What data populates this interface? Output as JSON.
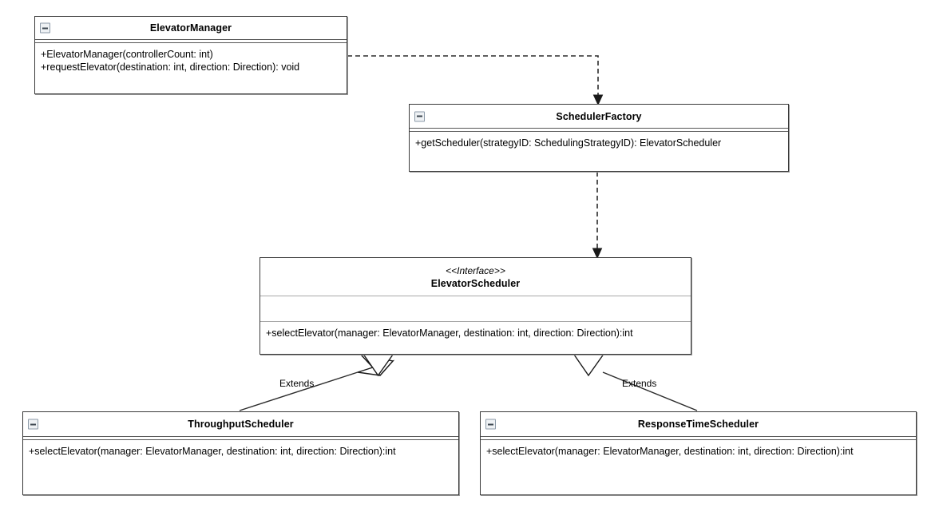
{
  "diagram": {
    "type": "uml-class-diagram",
    "background": "#ffffff",
    "line_color": "#2b2b2b"
  },
  "classes": {
    "elevator_manager": {
      "name": "ElevatorManager",
      "stereotype": "",
      "collapse_icon": "minus-box-icon",
      "members": [
        "+ElevatorManager(controllerCount: int)",
        "+requestElevator(destination: int, direction: Direction): void"
      ]
    },
    "scheduler_factory": {
      "name": "SchedulerFactory",
      "stereotype": "",
      "collapse_icon": "minus-box-icon",
      "members": [
        "+getScheduler(strategyID: SchedulingStrategyID): ElevatorScheduler"
      ]
    },
    "elevator_scheduler": {
      "name": "ElevatorScheduler",
      "stereotype": "<<Interface>>",
      "collapse_icon": "",
      "attributes": [],
      "members": [
        "+selectElevator(manager: ElevatorManager, destination: int, direction: Direction):int"
      ]
    },
    "throughput_scheduler": {
      "name": "ThroughputScheduler",
      "stereotype": "",
      "collapse_icon": "minus-box-icon",
      "members": [
        "+selectElevator(manager: ElevatorManager, destination: int, direction: Direction):int"
      ]
    },
    "response_time_scheduler": {
      "name": "ResponseTimeScheduler",
      "stereotype": "",
      "collapse_icon": "minus-box-icon",
      "members": [
        "+selectElevator(manager: ElevatorManager, destination: int, direction: Direction):int"
      ]
    }
  },
  "relationships": [
    {
      "id": "manager-uses-factory",
      "from": "ElevatorManager",
      "to": "SchedulerFactory",
      "kind": "dependency",
      "style": "dashed",
      "arrow": "open-filled",
      "label": ""
    },
    {
      "id": "factory-creates-scheduler",
      "from": "SchedulerFactory",
      "to": "ElevatorScheduler",
      "kind": "dependency",
      "style": "dashed",
      "arrow": "open-filled",
      "label": ""
    },
    {
      "id": "throughput-extends-scheduler",
      "from": "ThroughputScheduler",
      "to": "ElevatorScheduler",
      "kind": "generalization",
      "style": "solid",
      "arrow": "hollow-triangle",
      "label": "Extends"
    },
    {
      "id": "responsetime-extends-scheduler",
      "from": "ResponseTimeScheduler",
      "to": "ElevatorScheduler",
      "kind": "generalization",
      "style": "solid",
      "arrow": "hollow-triangle",
      "label": "Extends"
    }
  ],
  "edge_labels": {
    "extends_left": "Extends",
    "extends_right": "Extends"
  }
}
